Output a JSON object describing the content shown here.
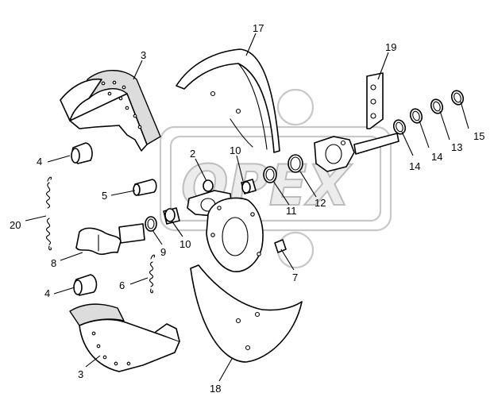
{
  "watermark": {
    "text": "OPEX",
    "color": "#c8c8c8"
  },
  "callouts": [
    {
      "id": "c17",
      "label": "17"
    },
    {
      "id": "c19",
      "label": "19"
    },
    {
      "id": "c3a",
      "label": "3"
    },
    {
      "id": "c15",
      "label": "15"
    },
    {
      "id": "c13",
      "label": "13"
    },
    {
      "id": "c14a",
      "label": "14"
    },
    {
      "id": "c14b",
      "label": "14"
    },
    {
      "id": "c4a",
      "label": "4"
    },
    {
      "id": "c2",
      "label": "2"
    },
    {
      "id": "c10a",
      "label": "10"
    },
    {
      "id": "c12",
      "label": "12"
    },
    {
      "id": "c11",
      "label": "11"
    },
    {
      "id": "c5",
      "label": "5"
    },
    {
      "id": "c20",
      "label": "20"
    },
    {
      "id": "c9",
      "label": "9"
    },
    {
      "id": "c10b",
      "label": "10"
    },
    {
      "id": "c8",
      "label": "8"
    },
    {
      "id": "c7",
      "label": "7"
    },
    {
      "id": "c6",
      "label": "6"
    },
    {
      "id": "c4b",
      "label": "4"
    },
    {
      "id": "c3b",
      "label": "3"
    },
    {
      "id": "c18",
      "label": "18"
    }
  ]
}
